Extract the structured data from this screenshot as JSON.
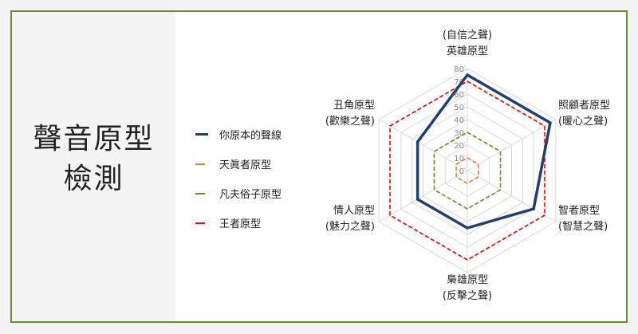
{
  "slide": {
    "title_line1": "聲音原型",
    "title_line2": "檢測"
  },
  "chart_data": {
    "type": "radar",
    "axes": [
      {
        "name": "英雄原型",
        "sub": "(自信之聲)"
      },
      {
        "name": "照顧者原型",
        "sub": "(暖心之聲)"
      },
      {
        "name": "智者原型",
        "sub": "(智慧之聲)"
      },
      {
        "name": "梟雄原型",
        "sub": "(反擊之聲)"
      },
      {
        "name": "情人原型",
        "sub": "(魅力之聲)"
      },
      {
        "name": "丑角原型",
        "sub": "(歡樂之聲)"
      }
    ],
    "rlim": [
      0,
      80
    ],
    "ticks": [
      "0",
      "10",
      "20",
      "30",
      "40",
      "50",
      "60",
      "70",
      "80"
    ],
    "grid": true,
    "legend": "left",
    "series": [
      {
        "name": "你原本的聲線",
        "values": [
          75,
          75,
          60,
          45,
          45,
          45
        ],
        "color": "#1f3f74",
        "style": "solid"
      },
      {
        "name": "天眞者原型",
        "values": [
          10,
          10,
          10,
          10,
          10,
          10
        ],
        "color": "#ed7d31",
        "style": "dashed"
      },
      {
        "name": "凡夫俗子原型",
        "values": [
          30,
          30,
          30,
          30,
          30,
          30
        ],
        "color": "#6b8e23",
        "style": "dashed"
      },
      {
        "name": "王者原型",
        "values": [
          70,
          70,
          70,
          70,
          70,
          70
        ],
        "color": "#ff0000",
        "style": "dashed"
      }
    ]
  }
}
